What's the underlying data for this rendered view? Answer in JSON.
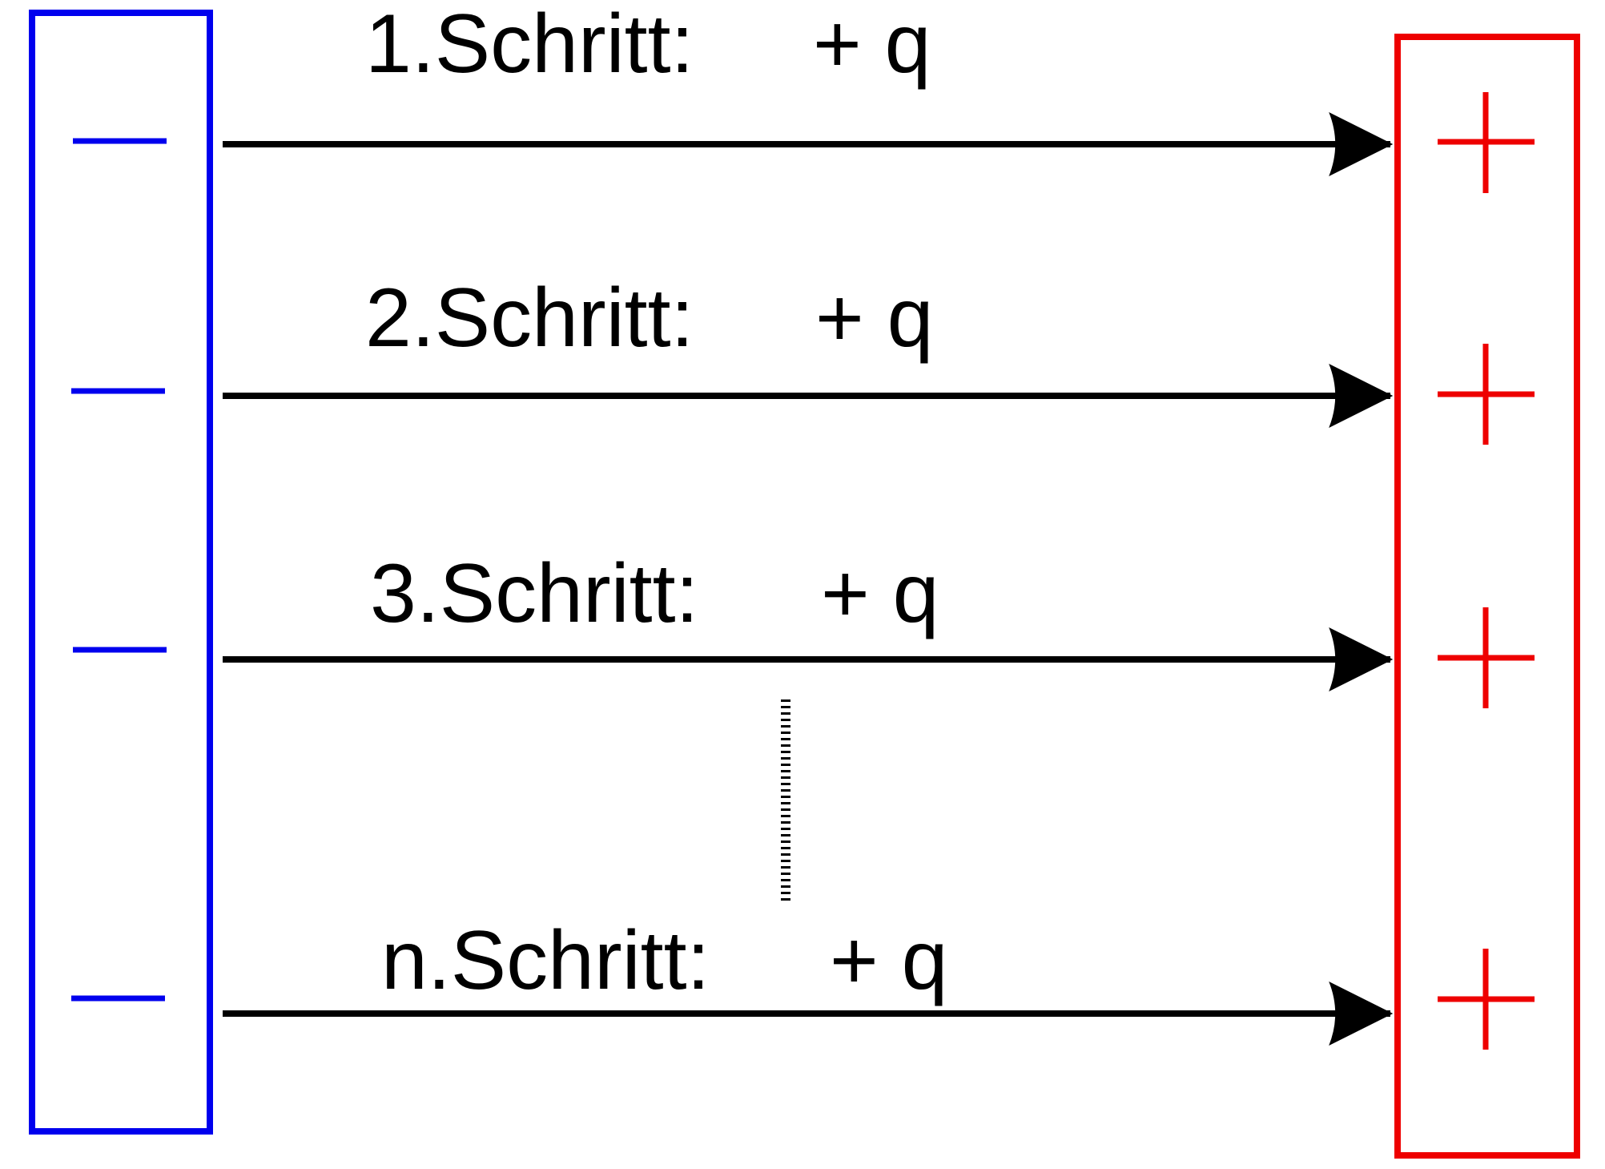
{
  "colors": {
    "negative": "#0000ee",
    "positive": "#ee0000",
    "arrow": "#000000",
    "text": "#000000"
  },
  "left_plate": {
    "symbol": "negative-sign",
    "sign_count": 4
  },
  "right_plate": {
    "symbol": "positive-sign",
    "sign_count": 4
  },
  "steps": [
    {
      "label": "1.Schritt:",
      "charge": "+ q"
    },
    {
      "label": "2.Schritt:",
      "charge": "+ q"
    },
    {
      "label": "3.Schritt:",
      "charge": "+ q"
    },
    {
      "label": "n.Schritt:",
      "charge": "+ q"
    }
  ],
  "continuation": {
    "symbol": "vertical-ellipsis-dotted-line"
  }
}
